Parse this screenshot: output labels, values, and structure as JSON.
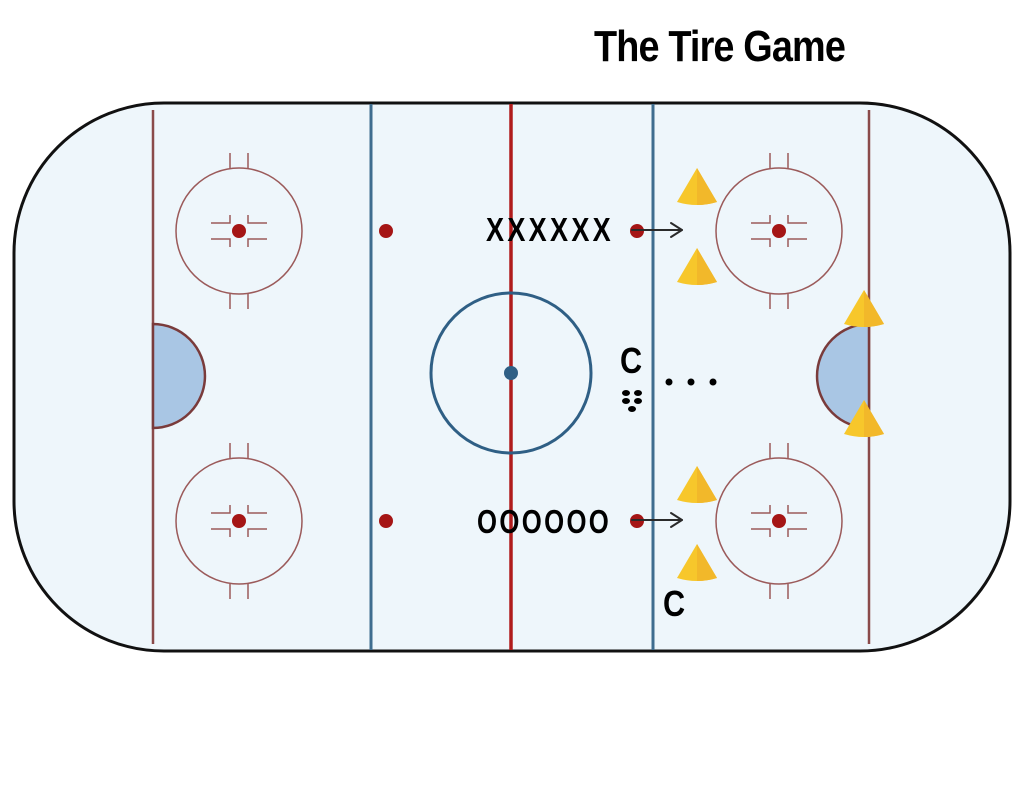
{
  "title": "The Tire Game",
  "rink": {
    "colors": {
      "ice": "#eef6fb",
      "boards": "#111111",
      "goal_line": "#8a4a4a",
      "blue_line": "#3f6d8f",
      "center_line": "#b01c1c",
      "faceoff_dot": "#a51515",
      "center_circle": "#2f5f85",
      "crease": "#a9c6e4",
      "cone": "#f7c72b"
    }
  },
  "labels": {
    "team_x": "XXXXXX",
    "team_o": "OOOOOO",
    "coach_center": "C",
    "coach_bottom": "C"
  },
  "markers": {
    "pucks": 5,
    "motion_dots": 3,
    "cones": 6,
    "arrows": 2
  }
}
